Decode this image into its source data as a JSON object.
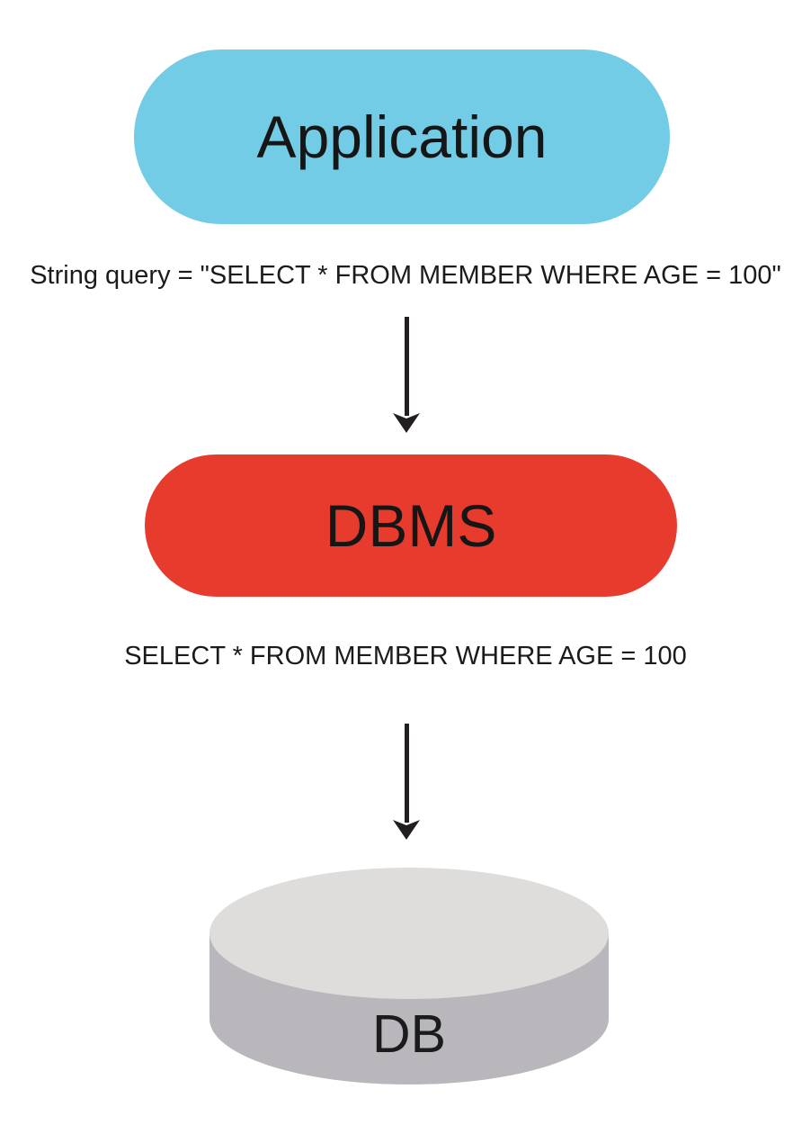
{
  "diagram": {
    "application_node": {
      "label": "Application",
      "fill": "#73CCE5"
    },
    "query_assignment_label": "String query = \"SELECT * FROM MEMBER WHERE AGE = 100\"",
    "dbms_node": {
      "label": "DBMS",
      "fill": "#E73B2E"
    },
    "sql_query_label": "SELECT * FROM MEMBER WHERE AGE = 100",
    "db_node": {
      "label": "DB",
      "top_fill": "#DEDDDB",
      "side_fill": "#B9B7BB"
    },
    "arrow_color": "#231F20",
    "text_color": "#1B1B1B"
  }
}
